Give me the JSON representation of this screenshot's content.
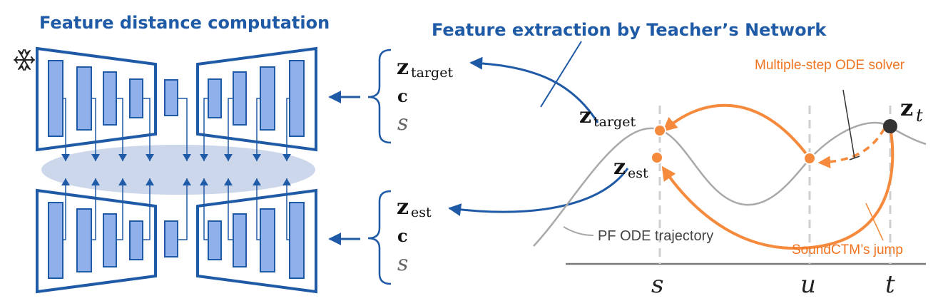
{
  "titles": {
    "left": "Feature distance computation",
    "right": "Feature extraction by Teacher’s Network"
  },
  "inputs_top": {
    "z": "z",
    "z_sub": "target",
    "c": "c",
    "s": "s"
  },
  "inputs_bottom": {
    "z": "z",
    "z_sub": "est",
    "c": "c",
    "s": "s"
  },
  "plot_labels": {
    "z_target": "z",
    "z_target_sub": "target",
    "z_est": "z",
    "z_est_sub": "est",
    "z_t": "z",
    "z_t_sub": "t",
    "ode_solver": "Multiple-step ODE solver",
    "jump": "SoundCTM’s jump",
    "trajectory": "PF ODE trajectory"
  },
  "axis_ticks": {
    "s": "s",
    "u": "u",
    "t": "t"
  },
  "icons": {
    "frozen": "snowflake-icon"
  },
  "colors": {
    "blue": "#1f5aa6",
    "block_fill": "#8fb0ea",
    "orange": "#f58a3c",
    "gray_curve": "#a9a9a9",
    "ellipse": "#ccd7ec"
  }
}
